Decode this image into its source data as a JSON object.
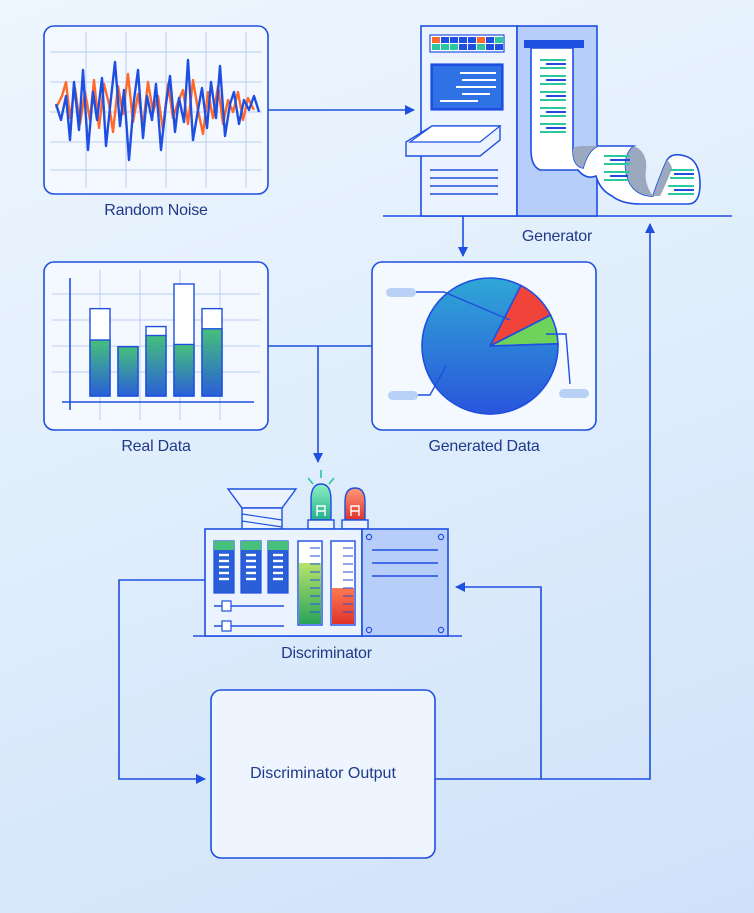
{
  "labels": {
    "random_noise": "Random Noise",
    "generator": "Generator",
    "real_data": "Real Data",
    "generated_data": "Generated Data",
    "discriminator": "Discriminator",
    "discriminator_output": "Discriminator Output"
  },
  "colors": {
    "line": "#1f4fe0",
    "panel": "#f4f9ff",
    "bar_green": "#46c07a",
    "bar_blue": "#2a5fd8",
    "noise_blue": "#1f4fe0",
    "noise_orange": "#ff6a2b",
    "pie_red": "#f0443a",
    "pie_green": "#6ed35a"
  },
  "real_data_chart": {
    "bars": [
      {
        "total": 0.78,
        "fill": 0.5
      },
      {
        "total": 0.44,
        "fill": 0.44
      },
      {
        "total": 0.62,
        "fill": 0.54
      },
      {
        "total": 1.0,
        "fill": 0.46
      },
      {
        "total": 0.78,
        "fill": 0.6
      }
    ]
  },
  "generated_data_chart": {
    "slices": [
      {
        "color": "red",
        "fraction": 0.1
      },
      {
        "color": "green",
        "fraction": 0.07
      },
      {
        "color": "blue",
        "fraction": 0.83
      }
    ]
  }
}
